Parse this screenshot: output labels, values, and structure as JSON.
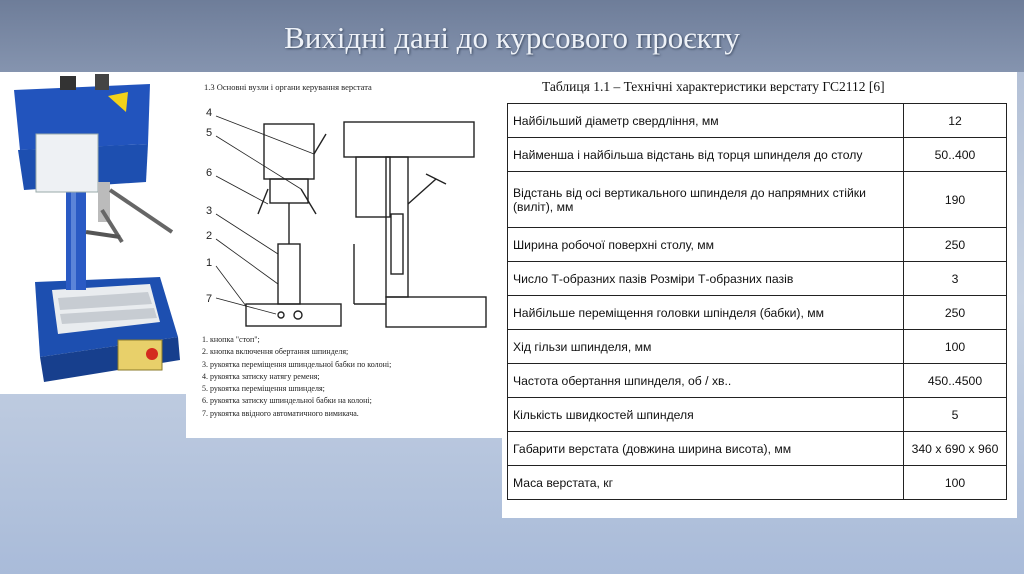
{
  "slide": {
    "title": "Вихідні дані до курсового проєкту"
  },
  "diagram": {
    "caption": "1.3 Основні вузли і органи керування верстата",
    "callouts": [
      "4",
      "5",
      "6",
      "3",
      "2",
      "1",
      "7"
    ],
    "legend": [
      "1. кнопка \"стоп\";",
      "2. кнопка включення обертання шпинделя;",
      "3. рукоятка переміщення шпиндельної бабки по колоні;",
      "4. рукоятка затиску натягу ременя;",
      "5. рукоятка переміщення шпинделя;",
      "6. рукоятка затиску шпиндельної бабки на колоні;",
      "7. рукоятка ввідного автоматичного вимикача."
    ]
  },
  "table": {
    "caption": "Таблиця 1.1 – Технічні характеристики верстату ГС2112  [6]",
    "rows": [
      {
        "param": "Найбільший діаметр свердління, мм",
        "value": "12"
      },
      {
        "param": "Найменша і найбільша відстань від торця шпинделя до столу",
        "value": "50..400"
      },
      {
        "param": "Відстань від осі вертикального шпинделя до напрямних стійки (виліт), мм",
        "value": "190"
      },
      {
        "param": "Ширина робочої поверхні столу, мм",
        "value": "250"
      },
      {
        "param": "Число Т-образних пазів Розміри Т-образних пазів",
        "value": "3"
      },
      {
        "param": "Найбільше переміщення головки шпінделя (бабки), мм",
        "value": "250"
      },
      {
        "param": "Хід гільзи шпинделя, мм",
        "value": "100"
      },
      {
        "param": "Частота обертання шпинделя, об / хв..",
        "value": "450..4500"
      },
      {
        "param": "Кількість швидкостей шпинделя",
        "value": "5"
      },
      {
        "param": "Габарити верстата (довжина ширина висота), мм",
        "value": "340 х 690 х 960"
      },
      {
        "param": "Маса верстата, кг",
        "value": "100"
      }
    ]
  },
  "colors": {
    "machine_blue": "#1d4fb0",
    "machine_white": "#eef1f4",
    "warning_yellow": "#f2d21a"
  }
}
